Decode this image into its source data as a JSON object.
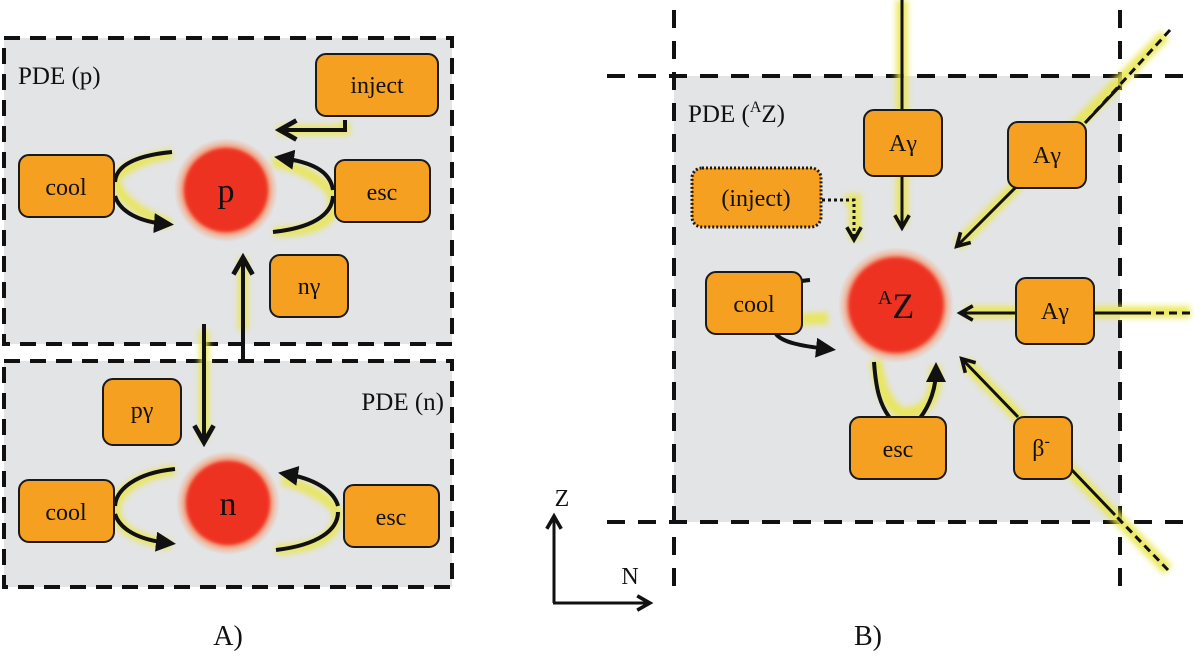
{
  "colors": {
    "box_fill": "#f5a020",
    "box_stroke": "#1a1a1a",
    "region_fill": "#e3e4e6",
    "particle_fill": "#ee3224",
    "particle_halo": "#f2a886",
    "glow": "#e9e64a",
    "line": "#111111"
  },
  "panel_a": {
    "label": "A)",
    "proton_region": {
      "title": "PDE (p)",
      "particle": "p",
      "boxes": {
        "inject": "inject",
        "cool": "cool",
        "esc": "esc",
        "ngamma": "nγ"
      }
    },
    "neutron_region": {
      "title": "PDE (n)",
      "particle": "n",
      "boxes": {
        "pgamma": "pγ",
        "cool": "cool",
        "esc": "esc"
      }
    }
  },
  "panel_b": {
    "label": "B)",
    "region": {
      "title_prefix": "PDE (",
      "title_super": "A",
      "title_suffix": "Z)",
      "particle_super": "A",
      "particle_main": "Z",
      "boxes": {
        "inject": "(inject)",
        "cool": "cool",
        "esc": "esc",
        "agamma_top": "Aγ",
        "agamma_diag": "Aγ",
        "agamma_right": "Aγ",
        "beta_main": "β",
        "beta_super": "-"
      }
    },
    "axes": {
      "vertical": "Z",
      "horizontal": "N"
    }
  }
}
